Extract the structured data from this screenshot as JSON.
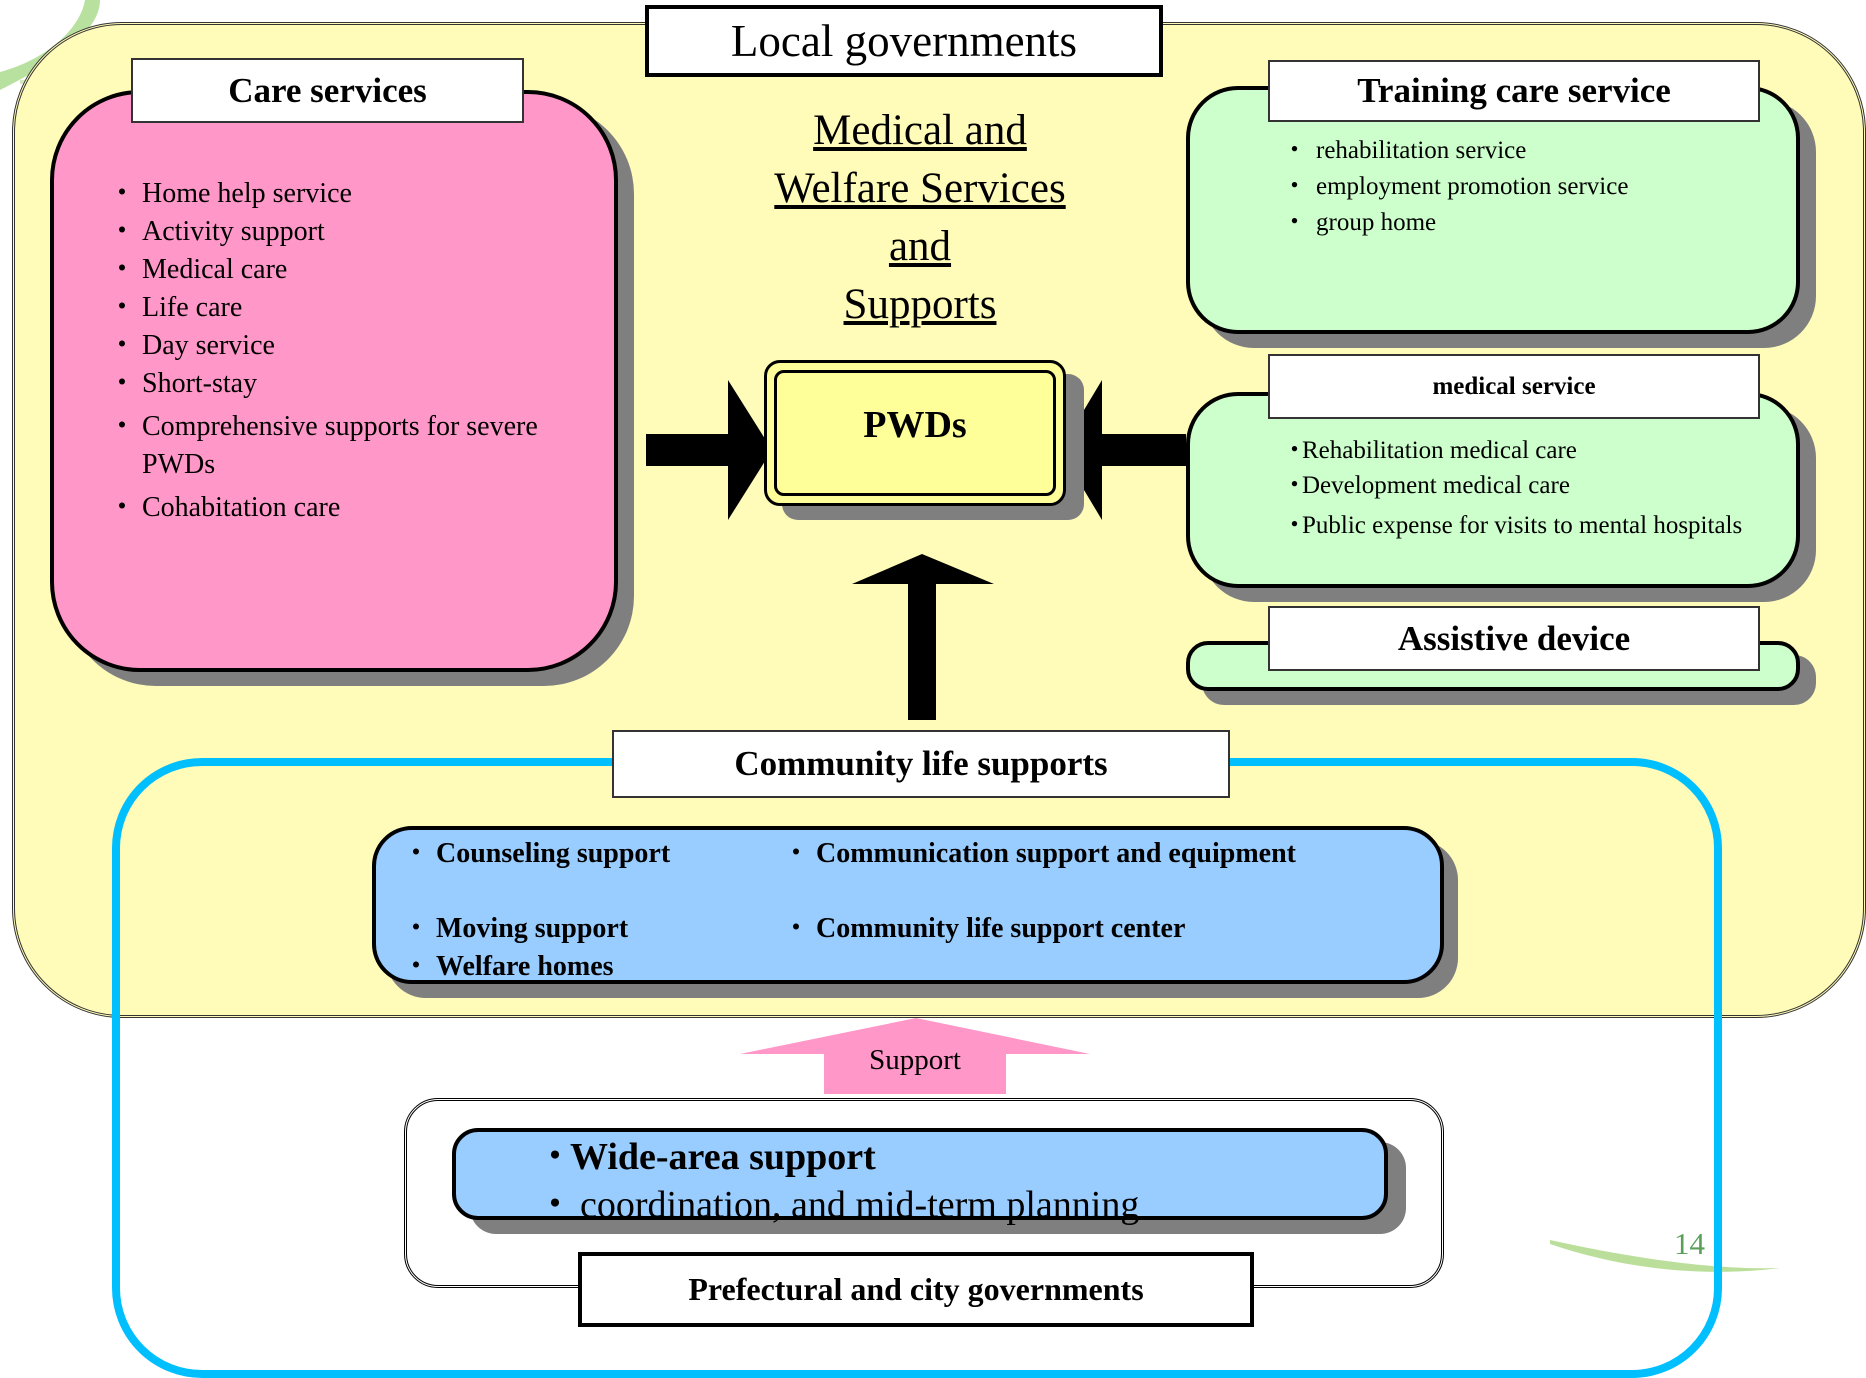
{
  "local_gov": {
    "title": "Local governments"
  },
  "center_title": {
    "line1": "Medical and",
    "line2": "Welfare Services",
    "line3": "and",
    "line4": "Supports"
  },
  "care_services": {
    "title": "Care services",
    "items": [
      "Home help service",
      "Activity support",
      "Medical care",
      "Life care",
      "Day service",
      "Short-stay",
      "Comprehensive supports for severe PWDs",
      "Cohabitation care"
    ]
  },
  "training_care": {
    "title": "Training care service",
    "items": [
      "rehabilitation service",
      "employment promotion service",
      "group home"
    ]
  },
  "medical_service": {
    "title": "medical service",
    "items": [
      "Rehabilitation medical care",
      "Development medical care",
      "Public expense for visits to mental hospitals"
    ]
  },
  "assistive": {
    "title": "Assistive device"
  },
  "pwds": {
    "label": "PWDs"
  },
  "community": {
    "title": "Community life supports",
    "items_left": [
      "Counseling support",
      "Moving support",
      "Welfare homes"
    ],
    "items_right": [
      "Communication support and equipment",
      "Community life support center"
    ]
  },
  "support_arrow": {
    "label": "Support"
  },
  "prefectural": {
    "title": "Prefectural and city governments",
    "items": [
      "Wide-area support",
      "coordination, and mid-term planning"
    ]
  },
  "page_number": "14",
  "colors": {
    "yellow": "#FFFBB8",
    "pink": "#FF97C8",
    "green": "#CCFFCC",
    "blue": "#99CCFF",
    "cyan": "#00BFFF"
  }
}
